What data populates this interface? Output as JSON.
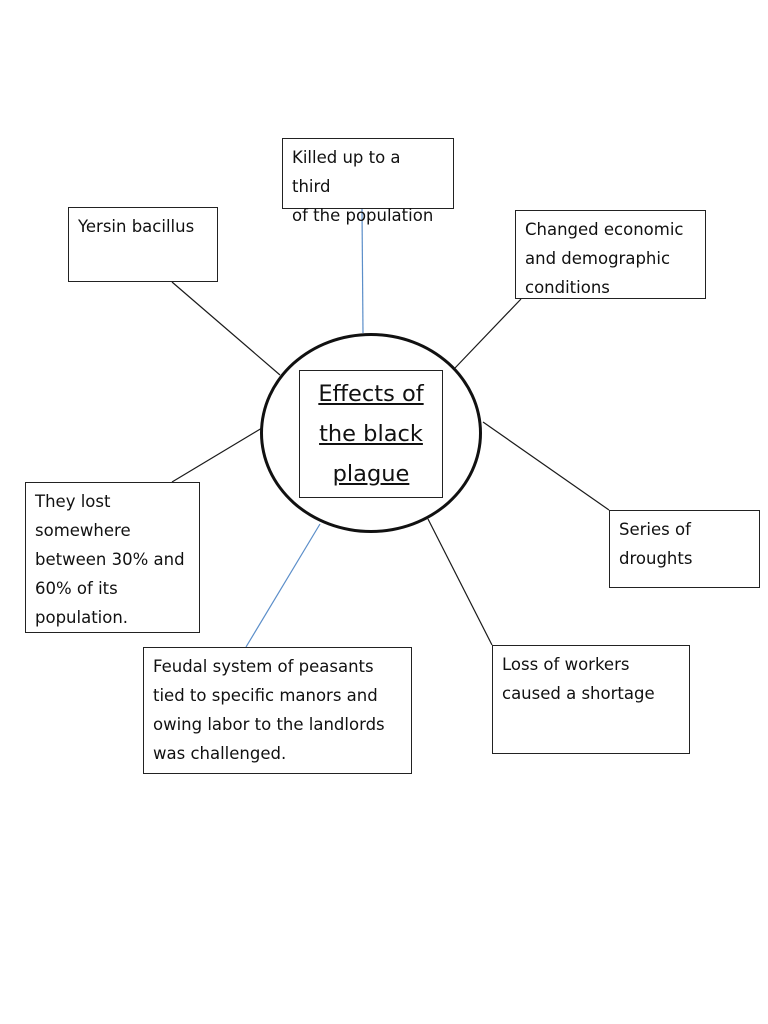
{
  "center": {
    "title": "Effects of\nthe black\nplague"
  },
  "effects": {
    "killed": "Killed up to a third\nof the population",
    "yersin": "Yersin bacillus",
    "changed": "Changed economic\nand demographic\nconditions",
    "lost": "They lost\nsomewhere\nbetween 30% and\n60% of its\npopulation.",
    "droughts": "Series of\ndroughts",
    "feudal": "Feudal system of peasants\ntied to specific manors and\nowing labor to the landlords\nwas challenged.",
    "loss": "Loss of workers\ncaused a shortage"
  },
  "colors": {
    "dark_connector": "#1a1a1a",
    "blue_connector": "#5b8ec9"
  }
}
